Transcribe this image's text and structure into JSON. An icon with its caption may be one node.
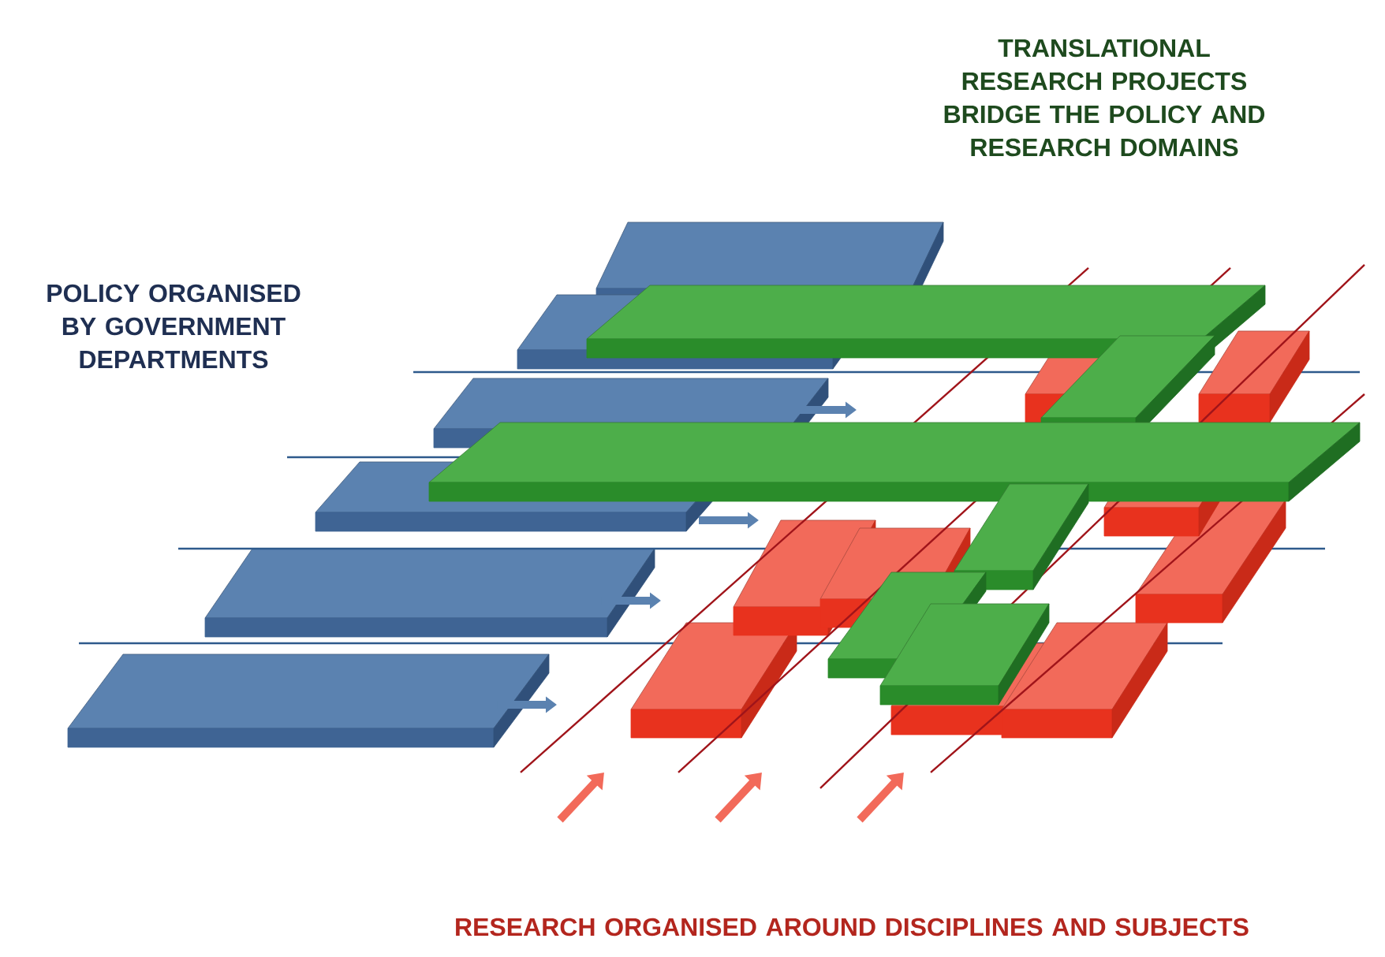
{
  "diagram": {
    "labels": [
      "TRANSLATIONAL RESEARCH PROJECTS BRIDGE THE POLICY AND RESEARCH DOMAINS",
      "POLICY ORGANISED BY GOVERNMENT DEPARTMENTS",
      "RESEARCH ORGANISED AROUND DISCIPLINES AND SUBJECTS"
    ]
  }
}
